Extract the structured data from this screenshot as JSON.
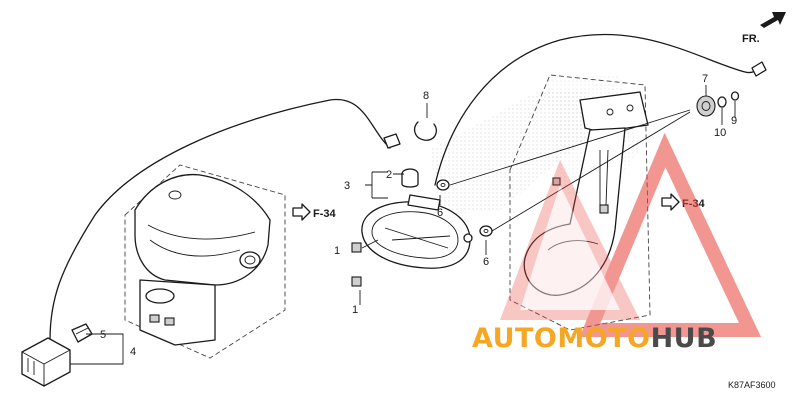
{
  "diagram": {
    "front_indicator": "FR.",
    "callouts": [
      "1",
      "1",
      "2",
      "3",
      "4",
      "5",
      "6",
      "6",
      "7",
      "8",
      "9",
      "10"
    ],
    "refs": [
      "F-34",
      "F-34"
    ],
    "drawing_code": "K87AF3600"
  },
  "watermark": {
    "brand_part1": "AUTOMOTO",
    "brand_part2": "HUB",
    "colors": {
      "orange": "#f5a623",
      "red": "#e8413a",
      "dark": "#4a4a4a"
    }
  }
}
